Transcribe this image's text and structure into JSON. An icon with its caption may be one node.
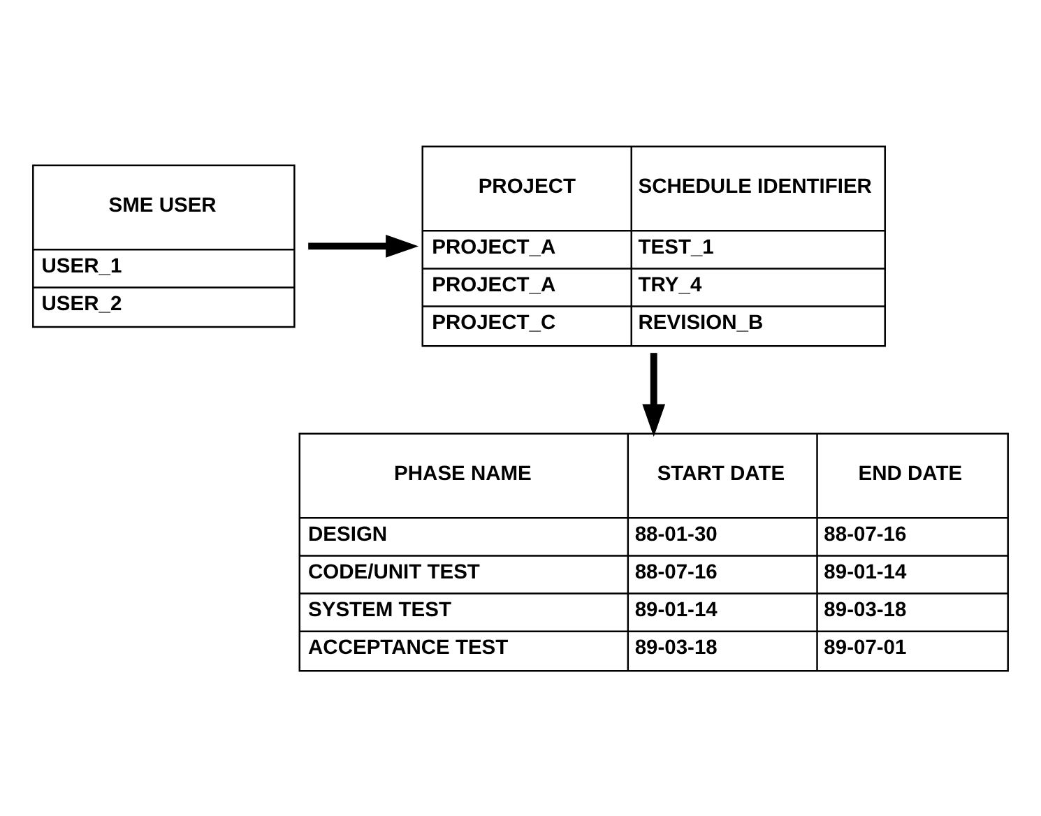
{
  "diagram": {
    "nodes": [
      {
        "text": [
          "SME USER",
          "USER_1",
          "USER_2"
        ]
      },
      {
        "text": [
          "PROJECT",
          "SCHEDULE IDENTIFIER",
          "PROJECT_A",
          "TEST_1",
          "PROJECT_A",
          "TRY_4",
          "PROJECT_C",
          "REVISION_B"
        ]
      },
      {
        "text": [
          "PHASE NAME",
          "START DATE",
          "END DATE",
          "DESIGN",
          "88-01-30",
          "88-07-16",
          "CODE/UNIT TEST",
          "88-07-16",
          "89-01-14",
          "SYSTEM TEST",
          "89-01-14",
          "89-03-18",
          "ACCEPTANCE TEST",
          "89-03-18",
          "89-07-01"
        ]
      }
    ],
    "edges": [
      {
        "from": 0,
        "to": 1,
        "arrow": "to"
      },
      {
        "from": 1,
        "to": 2,
        "arrow": "to"
      }
    ]
  }
}
